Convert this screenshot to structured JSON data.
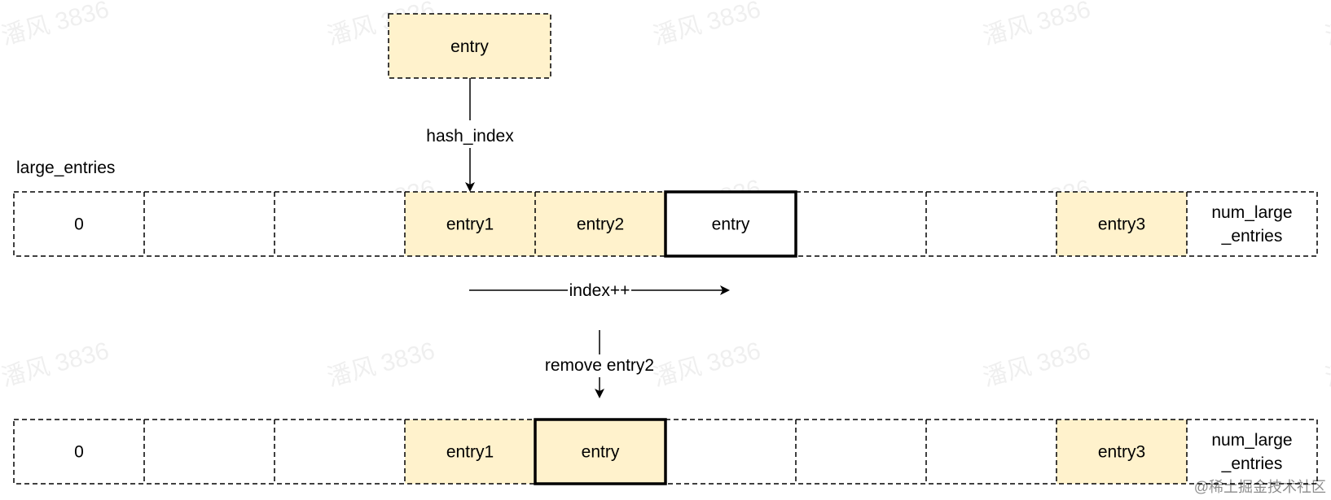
{
  "colors": {
    "highlight_fill": "#fff2cc",
    "stroke": "#000000",
    "background": "#ffffff"
  },
  "top_entry": {
    "label": "entry"
  },
  "hash_label": "hash_index",
  "array_name": "large_entries",
  "row1": {
    "cells": [
      {
        "label": "0",
        "highlight": false,
        "bold": false
      },
      {
        "label": "",
        "highlight": false,
        "bold": false
      },
      {
        "label": "",
        "highlight": false,
        "bold": false
      },
      {
        "label": "entry1",
        "highlight": true,
        "bold": false
      },
      {
        "label": "entry2",
        "highlight": true,
        "bold": false
      },
      {
        "label": "entry",
        "highlight": false,
        "bold": true
      },
      {
        "label": "",
        "highlight": false,
        "bold": false
      },
      {
        "label": "",
        "highlight": false,
        "bold": false
      },
      {
        "label": "entry3",
        "highlight": true,
        "bold": false
      },
      {
        "label": "num_large\n_entries",
        "highlight": false,
        "bold": false
      }
    ]
  },
  "index_label": "index++",
  "remove_label": "remove entry2",
  "row2": {
    "cells": [
      {
        "label": "0",
        "highlight": false,
        "bold": false
      },
      {
        "label": "",
        "highlight": false,
        "bold": false
      },
      {
        "label": "",
        "highlight": false,
        "bold": false
      },
      {
        "label": "entry1",
        "highlight": true,
        "bold": false
      },
      {
        "label": "entry",
        "highlight": true,
        "bold": true
      },
      {
        "label": "",
        "highlight": false,
        "bold": false
      },
      {
        "label": "",
        "highlight": false,
        "bold": false
      },
      {
        "label": "",
        "highlight": false,
        "bold": false
      },
      {
        "label": "entry3",
        "highlight": true,
        "bold": false
      },
      {
        "label": "num_large\n_entries",
        "highlight": false,
        "bold": false
      }
    ]
  },
  "watermark": "潘风 3836",
  "credit": "@稀土掘金技术社区"
}
